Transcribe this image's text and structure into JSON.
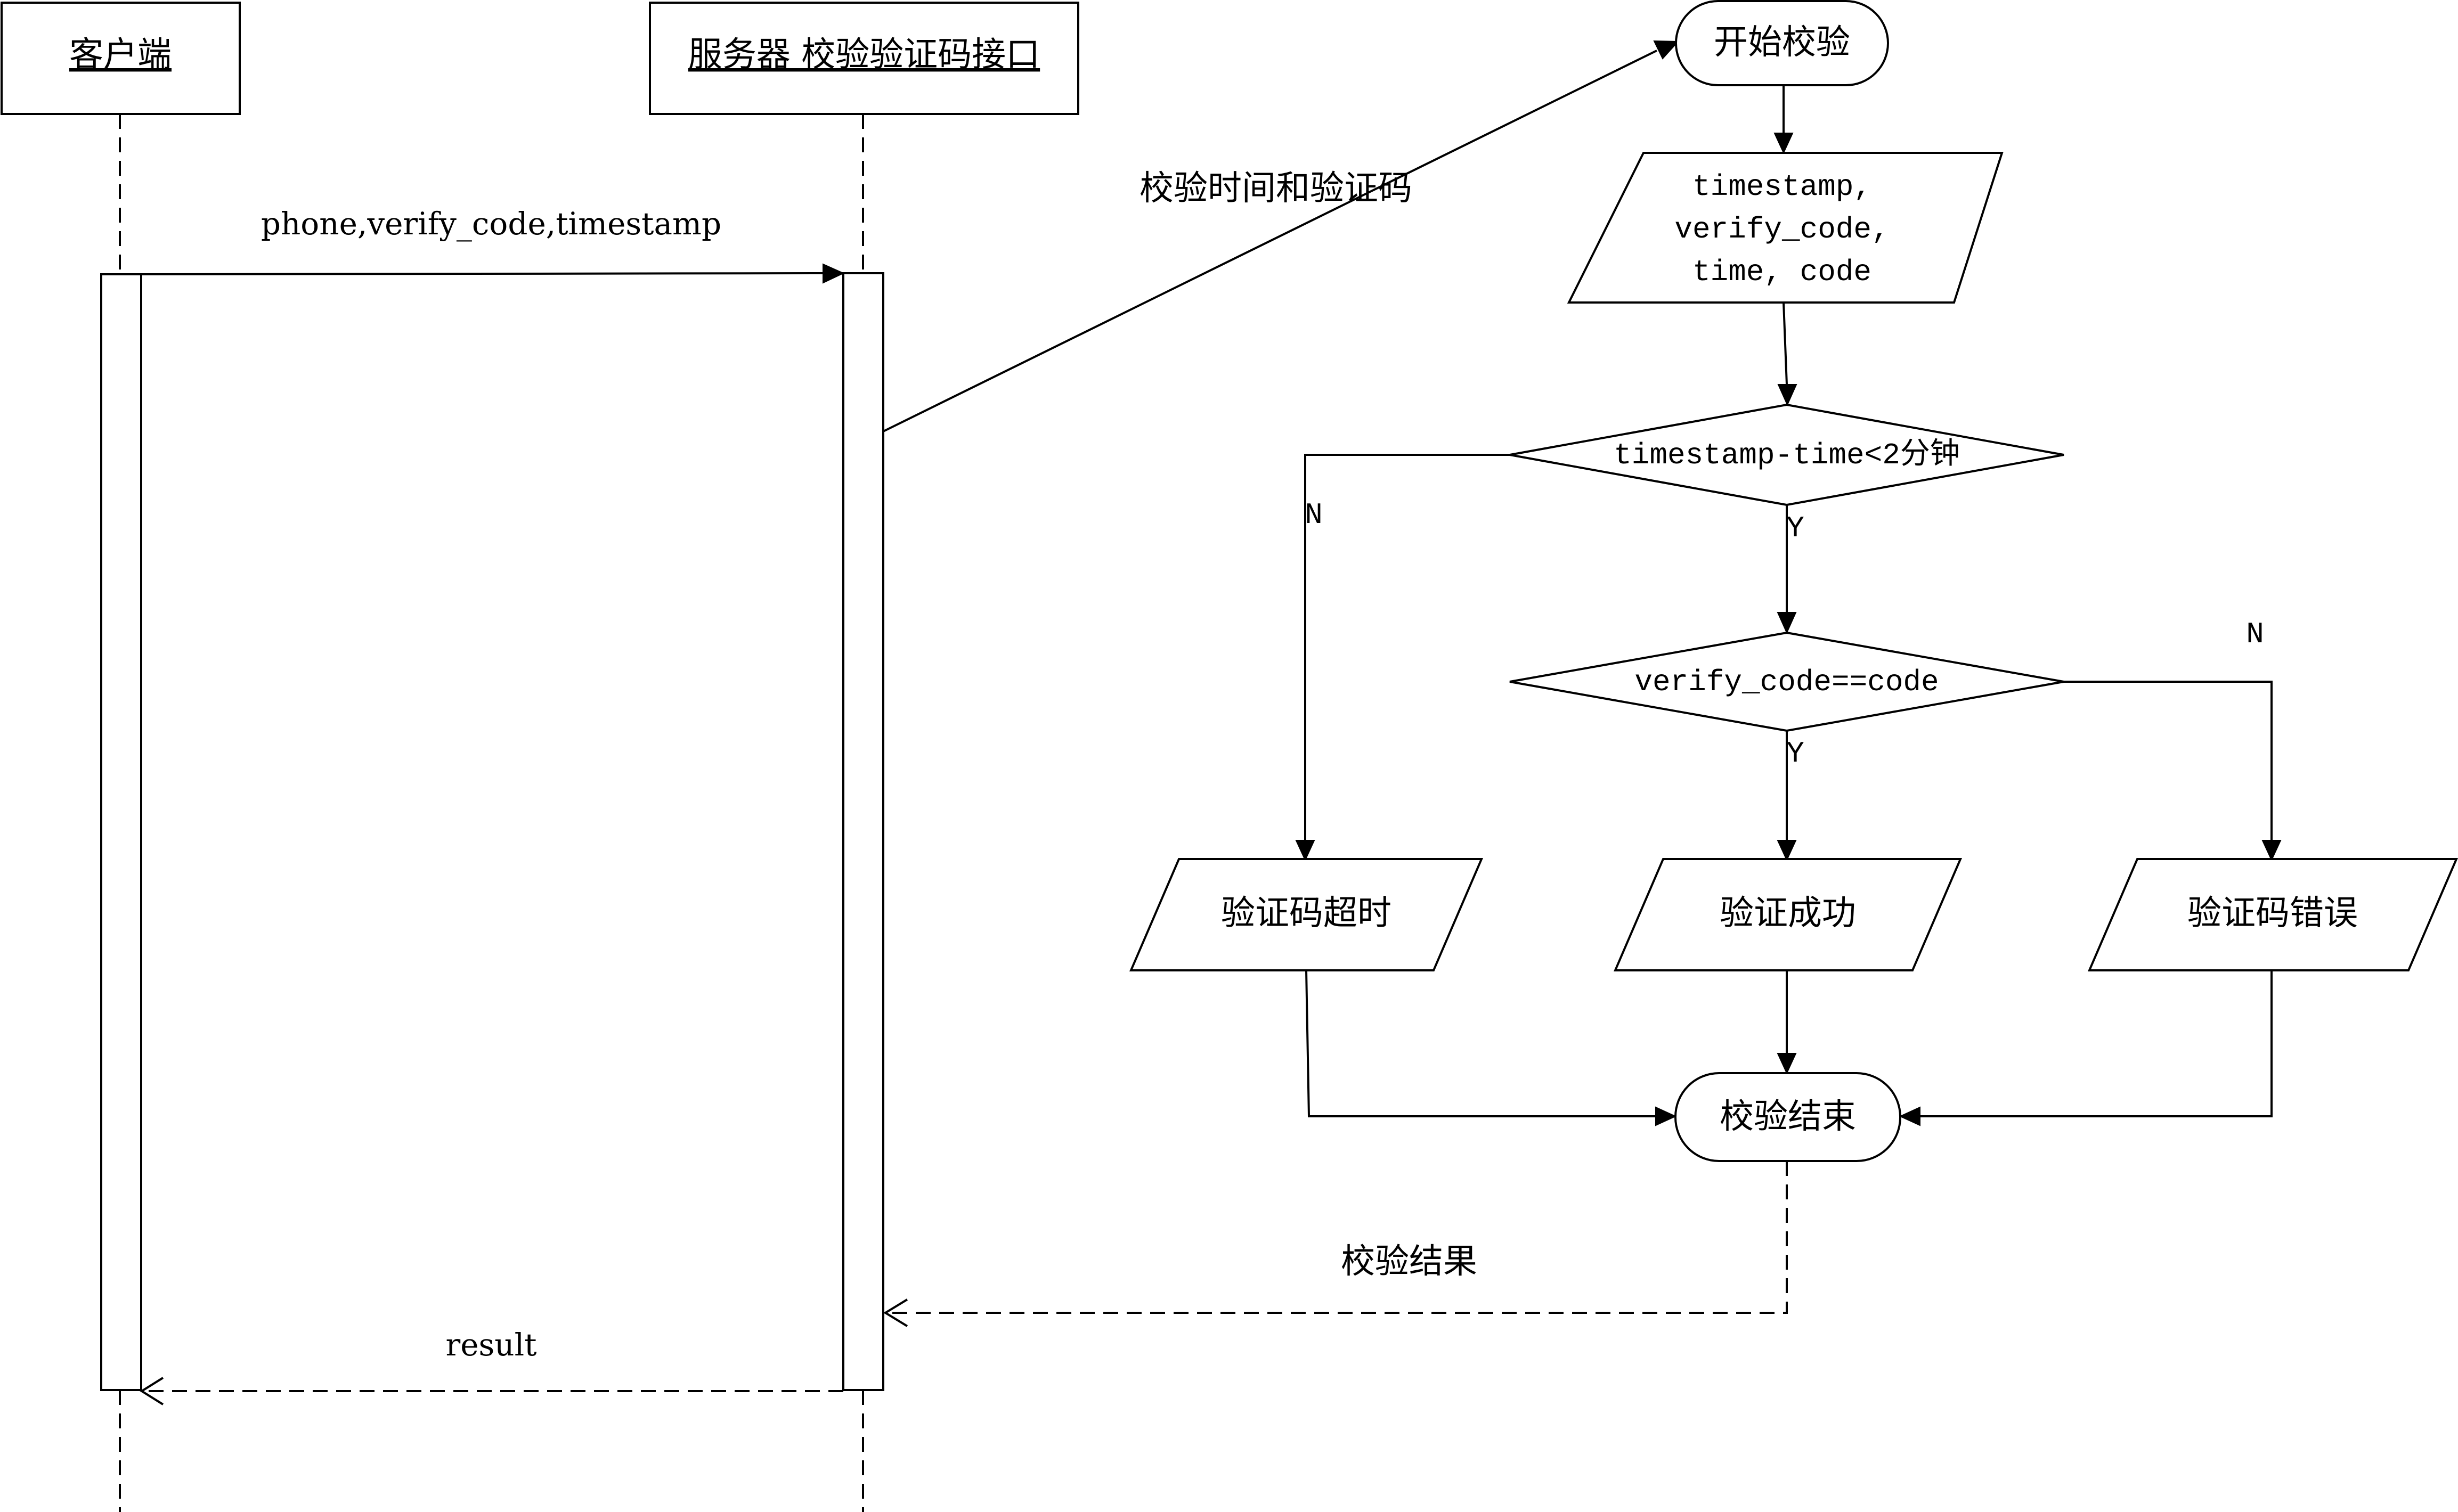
{
  "lifelines": {
    "client": "客户端",
    "server": "服务器 校验验证码接口"
  },
  "messages": {
    "request": "phone,verify_code,timestamp",
    "check_call": "校验时间和验证码",
    "check_result": "校验结果",
    "response": "result"
  },
  "flowchart": {
    "start": "开始校验",
    "input_lines": [
      "timestamp,",
      "verify_code,",
      "time, code"
    ],
    "decision_time": "timestamp-time<2分钟",
    "decision_code": "verify_code==code",
    "labels": {
      "no_time": "N",
      "yes_time": "Y",
      "no_code": "N",
      "yes_code": "Y"
    },
    "out_timeout": "验证码超时",
    "out_success": "验证成功",
    "out_error": "验证码错误",
    "end": "校验结束"
  }
}
